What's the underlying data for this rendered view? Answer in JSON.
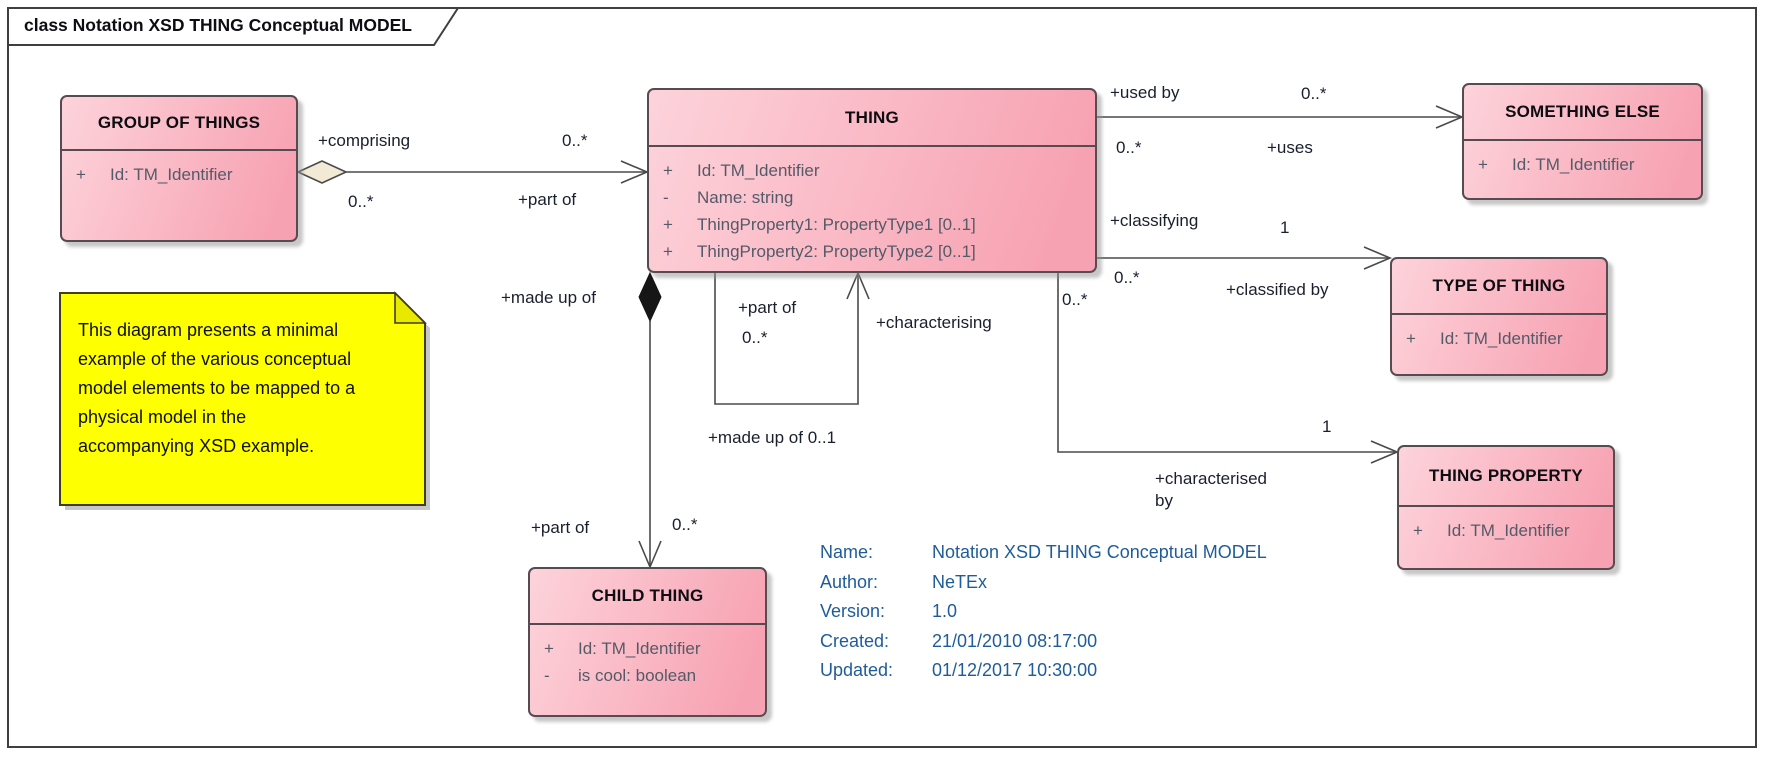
{
  "frame": {
    "title": "class Notation XSD THING Conceptual MODEL"
  },
  "classes": [
    {
      "id": "group-of-things",
      "title": "GROUP OF THINGS",
      "attributes": [
        {
          "vis": "+",
          "text": "Id: TM_Identifier"
        }
      ]
    },
    {
      "id": "thing",
      "title": "THING",
      "attributes": [
        {
          "vis": "+",
          "text": "Id: TM_Identifier"
        },
        {
          "vis": "-",
          "text": "Name: string"
        },
        {
          "vis": "+",
          "text": "ThingProperty1: PropertyType1 [0..1]"
        },
        {
          "vis": "+",
          "text": "ThingProperty2: PropertyType2 [0..1]"
        }
      ]
    },
    {
      "id": "something-else",
      "title": "SOMETHING ELSE",
      "attributes": [
        {
          "vis": "+",
          "text": "Id: TM_Identifier"
        }
      ]
    },
    {
      "id": "type-of-thing",
      "title": "TYPE OF THING",
      "attributes": [
        {
          "vis": "+",
          "text": "Id: TM_Identifier"
        }
      ]
    },
    {
      "id": "thing-property",
      "title": "THING PROPERTY",
      "attributes": [
        {
          "vis": "+",
          "text": "Id: TM_Identifier"
        }
      ]
    },
    {
      "id": "child-thing",
      "title": "CHILD THING",
      "attributes": [
        {
          "vis": "+",
          "text": "Id: TM_Identifier"
        },
        {
          "vis": "-",
          "text": "is cool: boolean"
        }
      ]
    }
  ],
  "associations": {
    "comprising": {
      "source_role": "+comprising",
      "source_mult": "0..*",
      "target_role": "+part of",
      "target_mult": "0..*"
    },
    "used_by": {
      "source_role": "+used by",
      "source_mult": "0..*",
      "target_role": "+uses",
      "target_mult": "0..*"
    },
    "classifying": {
      "source_role": "+classifying",
      "source_mult": "0..*",
      "target_role": "+classified by",
      "target_mult": "1"
    },
    "characterised": {
      "source_role": "+characterising",
      "source_mult": "0..*",
      "target_role": "+characterised by",
      "target_mult": "1"
    },
    "self_part": {
      "role1": "+part of",
      "mult1": "0..*",
      "role2": "+made up of 0..1"
    },
    "composition": {
      "source_role": "+made up of",
      "target_role": "+part of",
      "target_mult": "0..*"
    }
  },
  "note": {
    "lines": [
      "This diagram presents a minimal",
      "example of the various conceptual",
      "model elements to be mapped to a",
      "physical model in the",
      "accompanying XSD example."
    ]
  },
  "metadata": {
    "rows": [
      {
        "label": "Name:",
        "value": "Notation XSD THING Conceptual MODEL"
      },
      {
        "label": "Author:",
        "value": "NeTEx"
      },
      {
        "label": "Version:",
        "value": "1.0"
      },
      {
        "label": "Created:",
        "value": "21/01/2010 08:17:00"
      },
      {
        "label": "Updated:",
        "value": "01/12/2017 10:30:00"
      }
    ]
  },
  "colors": {
    "class-fill-light": "#fdd3db",
    "class-fill-dark": "#f7a2b2",
    "class-border": "#574b52",
    "note-fill": "#feff00",
    "note-border": "#3f3f1f",
    "connector": "#4a4a4a",
    "metadata-text": "#1f5c99",
    "label-text": "#1a1f2e",
    "attribute-text": "#555a68",
    "frame-border": "#3f3f3f"
  }
}
